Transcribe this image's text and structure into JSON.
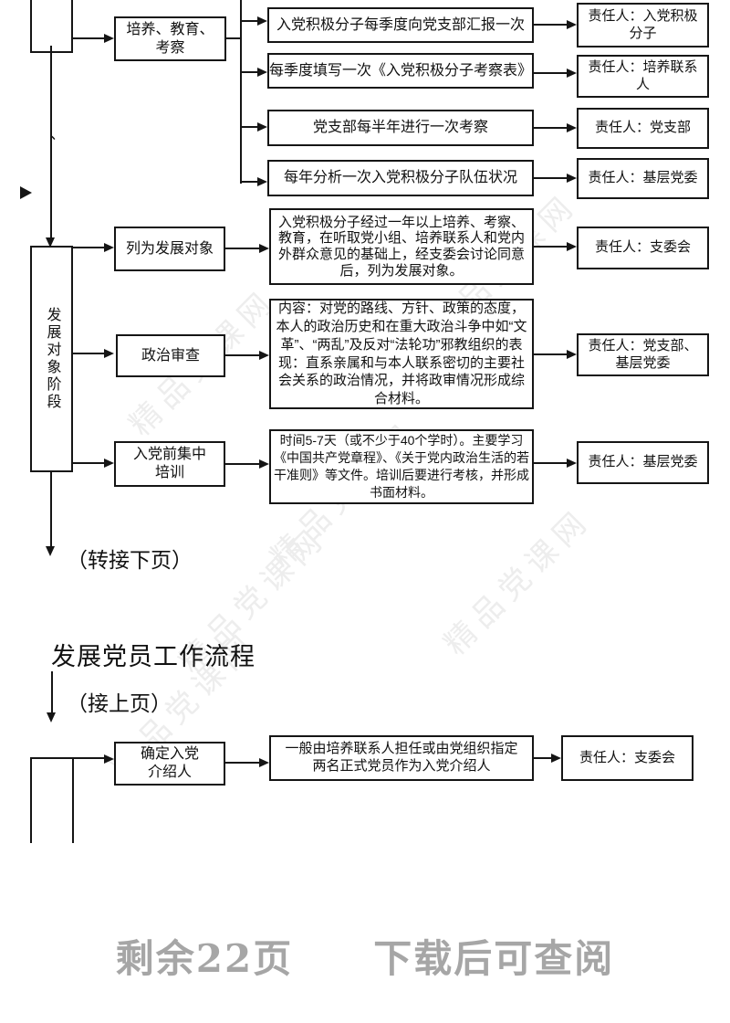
{
  "page": {
    "title": "发展党员工作流程",
    "to_next": "（转接下页）",
    "from_prev": "（接上页）",
    "footer_note": "剩余22页　　下载后可查阅",
    "watermark": "精品党课网",
    "stray_mark": "、"
  },
  "phase_top": {
    "parent": "培养、教育、\n考察",
    "steps": [
      "入党积极分子每季度向党支部汇报一次",
      "每季度填写一次《入党积极分子考察表》",
      "党支部每半年进行一次考察",
      "每年分析一次入党积极分子队伍状况"
    ],
    "responsibles": [
      "责任人：入党积极\n分子",
      "责任人：培养联系\n人",
      "责任人：党支部",
      "责任人：基层党委"
    ]
  },
  "phase_dev": {
    "stage_label": "发展对象阶段",
    "rows": [
      {
        "step": "列为发展对象",
        "desc": "入党积极分子经过一年以上培养、考察、教育，在听取党小组、培养联系人和党内外群众意见的基础上，经支委会讨论同意后，列为发展对象。",
        "resp": "责任人：支委会"
      },
      {
        "step": "政治审查",
        "desc": "内容：对党的路线、方针、政策的态度，本人的政治历史和在重大政治斗争中如“文革”、“两乱”及反对“法轮功”邪教组织的表现：直系亲属和与本人联系密切的主要社会关系的政治情况，并将政审情况形成综合材料。",
        "resp": "责任人：党支部、\n基层党委"
      },
      {
        "step": "入党前集中\n培训",
        "desc": "时间5-7天（或不少于40个学时）。主要学习《中国共产党章程》、《关于党内政治生活的若干准则》等文件。培训后要进行考核，并形成书面材料。",
        "resp": "责任人：基层党委"
      }
    ]
  },
  "phase_intro": {
    "step": "确定入党\n介绍人",
    "desc": "一般由培养联系人担任或由党组织指定\n两名正式党员作为入党介绍人",
    "resp": "责任人：支委会"
  }
}
